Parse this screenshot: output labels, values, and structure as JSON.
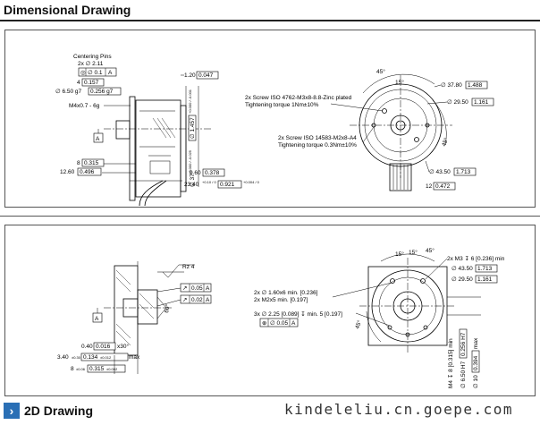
{
  "header": {
    "title": "Dimensional Drawing"
  },
  "footer": {
    "chevron": "›",
    "label": "2D Drawing",
    "watermark": "kindeleliu.cn.goepe.com"
  },
  "top_drawing": {
    "centering_pins": "Centering Pins",
    "pins_count": "2x ∅ 2.11",
    "pins_tol_sym": "◎",
    "pins_tol_val": "∅ 0.1",
    "pins_tol_ref": "A",
    "dim_4": "4",
    "dim_4_in": "0.157",
    "dim_650": "∅ 6.50 g7",
    "dim_650_in": "0.256 g7",
    "thread": "M4x0.7 - 6g",
    "datum_a": "A",
    "dim_120": "1.20",
    "dim_120_in": "0.047",
    "dim_37": "∅ 37",
    "dim_37_tol": "+0.000 / -0.025",
    "dim_1457": "∅ 1.457",
    "dim_1457_tol": "+0.000 / -0.001",
    "dim_8": "8",
    "dim_8_in": "0.315",
    "dim_1260": "12.60",
    "dim_1260_in": "0.496",
    "dim_960": "9.60",
    "dim_960_in": "0.378",
    "dim_2340": "23.40",
    "dim_2340_tol": "+0.10 / 0",
    "dim_0921": "0.921",
    "dim_0921_tol": "+0.004 / 0",
    "screw1_line1": "2x Screw ISO 4762-M3x8-8.8-Zinc plated",
    "screw1_line2": "Tightening torque 1Nm±10%",
    "screw2_line1": "2x Screw ISO 14583-M2x8-A4",
    "screw2_line2": "Tightening torque 0.3Nm±10%",
    "ang_45a": "45°",
    "ang_15": "15°",
    "ang_45b": "45°",
    "dim_3780": "∅ 37.80",
    "dim_3780_in": "1.488",
    "dim_2950": "∅ 29.50",
    "dim_2950_in": "1.161",
    "dim_4350": "∅ 43.50",
    "dim_4350_in": "1.713",
    "dim_12": "12",
    "dim_12_in": "0.472"
  },
  "bottom_drawing": {
    "rz": "Rz 4",
    "tol1_val": "0.05",
    "tol1_ref": "A",
    "tol2_val": "0.02",
    "tol2_ref": "A",
    "ang_60": "60°",
    "datum_a": "A",
    "dim_040": "0.40",
    "dim_040_in": "0.016",
    "dim_040_ang": "x30°",
    "dim_340": "3.40",
    "dim_340_tol": "±0.30",
    "dim_0134": "0.134",
    "dim_0134_tol": "±0.012",
    "dim_0134_suffix": "max",
    "dim_8b": "8",
    "dim_8b_tol": "±0.06",
    "dim_0315": "0.315",
    "dim_0315_tol": "±0.002",
    "hole1": "2x ∅ 1.60x6 min. [0.236]",
    "hole2": "2x M2x5 min. [0.197]",
    "hole3": "3x ∅ 2.25 [0.089] ↧ min. 5 [0.197]",
    "pos_val": "∅ 0.05",
    "pos_ref": "A",
    "ang_15a": "15°",
    "ang_15b": "15°",
    "ang_45": "45°",
    "ang_45c": "45°",
    "m3": "2x M3 ↧ 6 [0.236] min",
    "dim_4350b": "∅ 43.50",
    "dim_4350b_in": "1.713",
    "dim_2950b": "∅ 29.50",
    "dim_2950b_in": "1.161",
    "dim_m4": "M4 ↧ 8 [0.315] min",
    "dim_650h7": "∅ 6.50 H7",
    "dim_650h7_in": "0.256 H7",
    "dim_10": "∅ 10",
    "dim_10_in": "0.394",
    "dim_10_suffix": "max"
  }
}
